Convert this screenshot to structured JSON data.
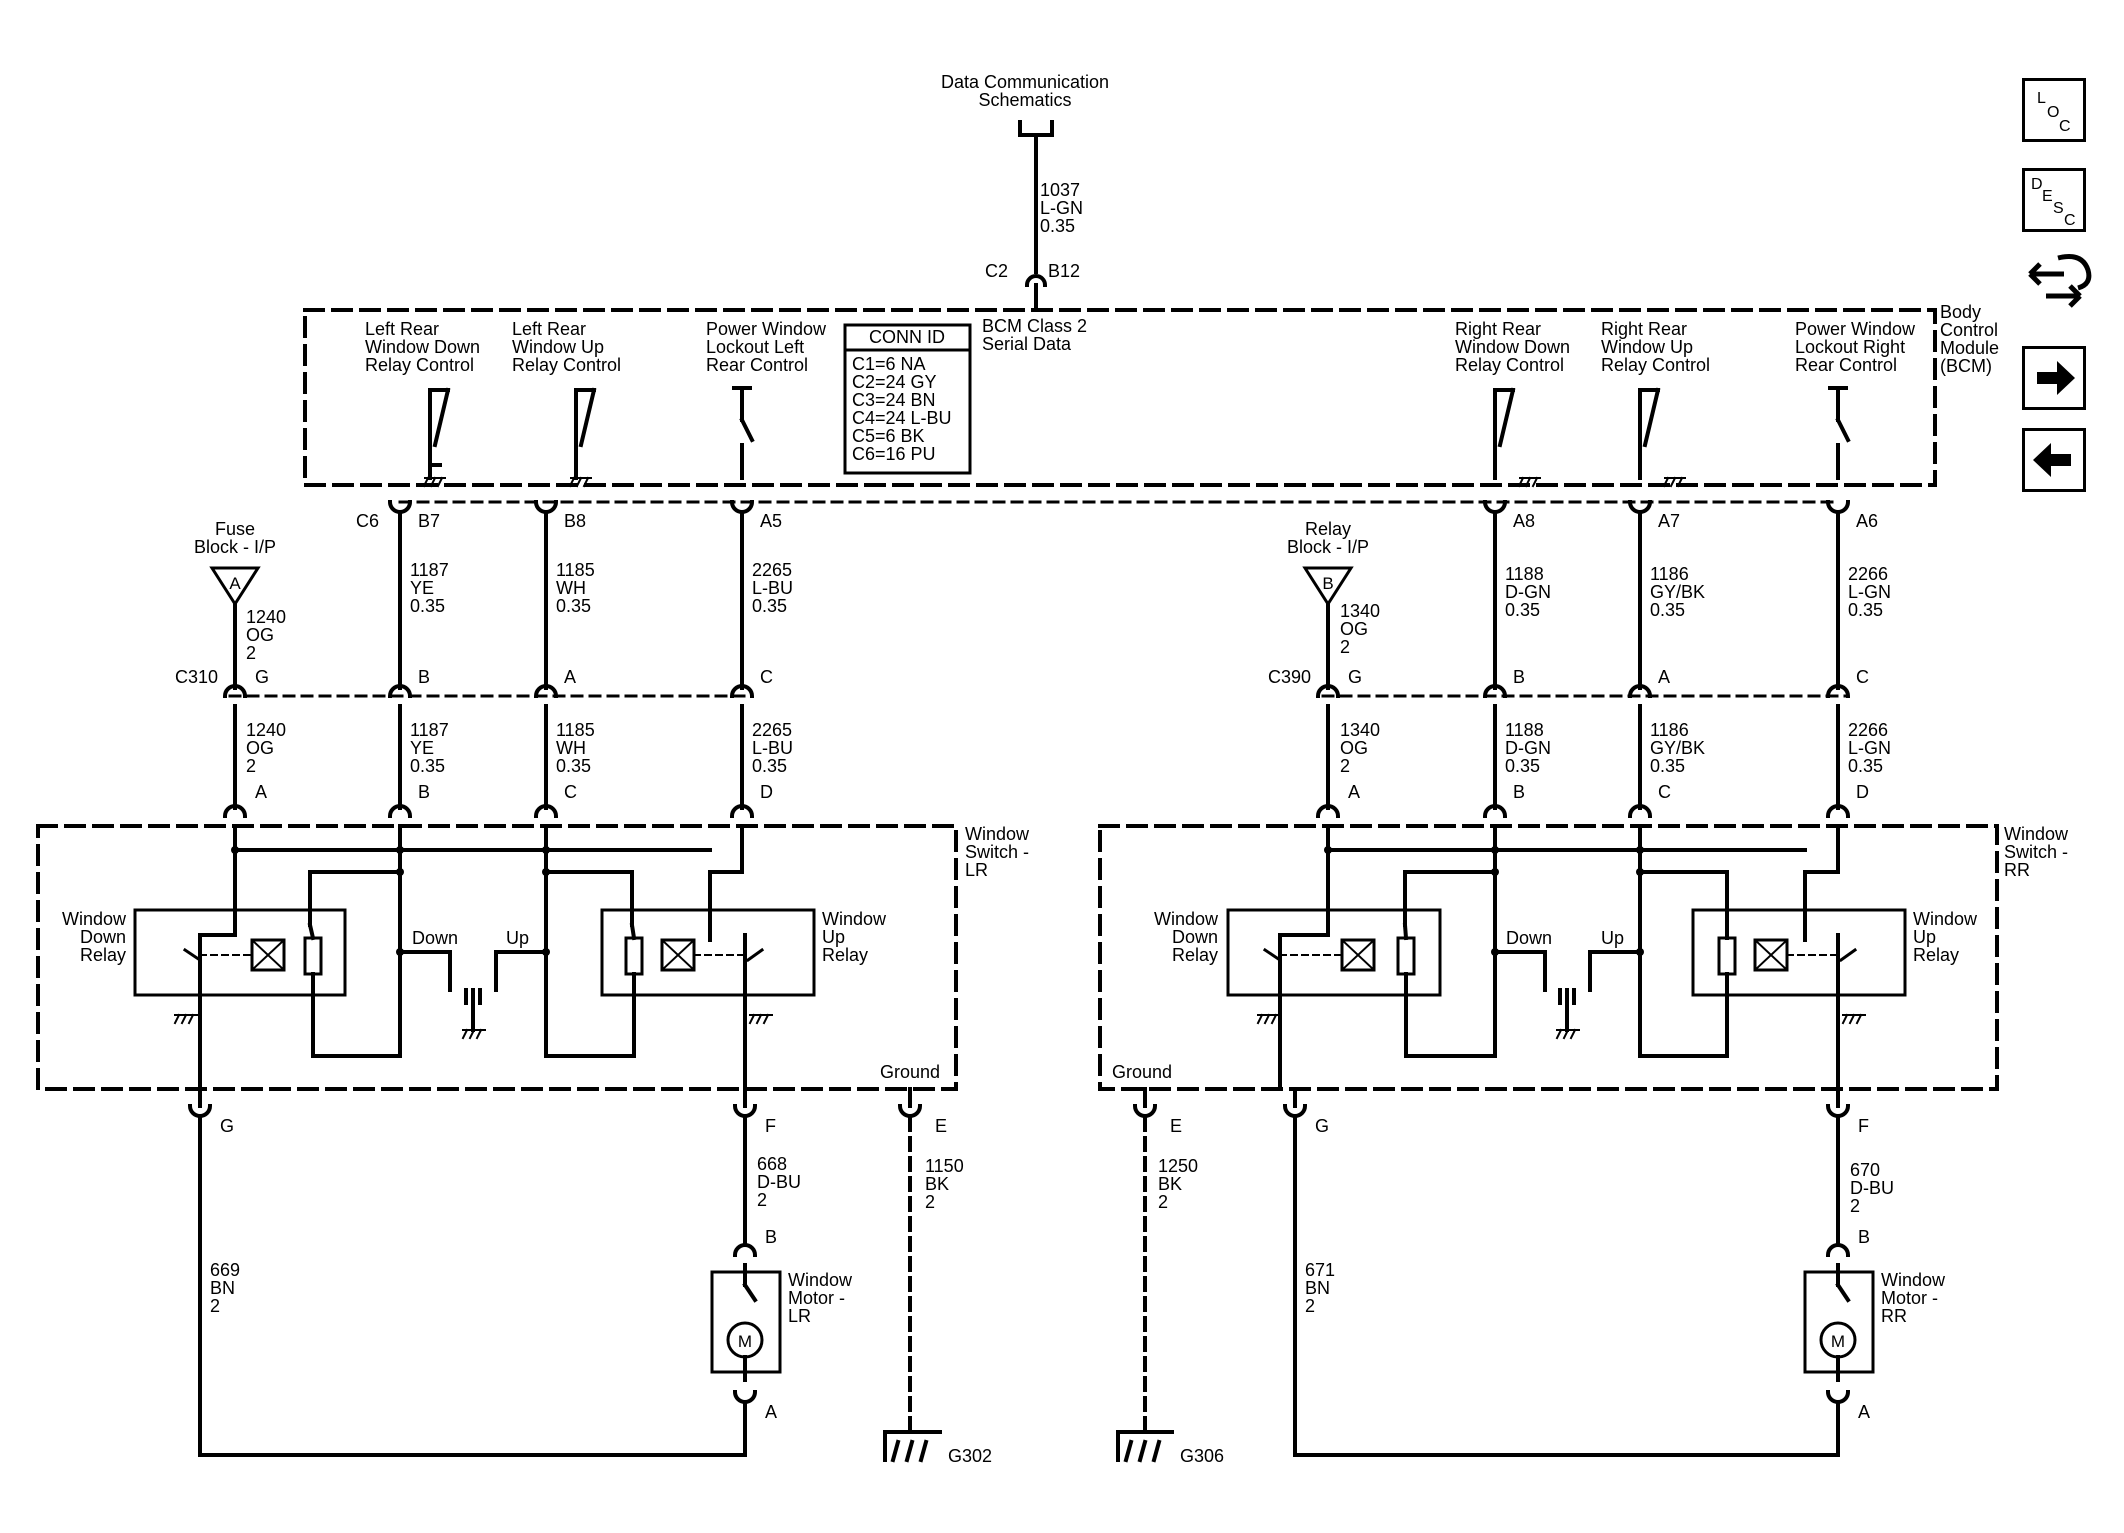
{
  "header": {
    "data_comm": [
      "Data Communication",
      "Schematics"
    ],
    "wire_1037": [
      "1037",
      "L-GN",
      "0.35"
    ],
    "c2": "C2",
    "b12": "B12"
  },
  "bcm": {
    "name": [
      "Body",
      "Control",
      "Module",
      "(BCM)"
    ],
    "class2": [
      "BCM Class 2",
      "Serial Data"
    ],
    "conn_title": "CONN ID",
    "conn_rows": [
      "C1=6 NA",
      "C2=24 GY",
      "C3=24 BN",
      "C4=24 L-BU",
      "C5=6 BK",
      "C6=16 PU"
    ],
    "left_down": [
      "Left Rear",
      "Window Down",
      "Relay Control"
    ],
    "left_up": [
      "Left Rear",
      "Window Up",
      "Relay Control"
    ],
    "lockout_left": [
      "Power Window",
      "Lockout Left",
      "Rear Control"
    ],
    "right_down": [
      "Right Rear",
      "Window Down",
      "Relay Control"
    ],
    "right_up": [
      "Right Rear",
      "Window Up",
      "Relay Control"
    ],
    "lockout_right": [
      "Power Window",
      "Lockout Right",
      "Rear Control"
    ]
  },
  "pins_bcm": {
    "c6": "C6",
    "b7": "B7",
    "b8": "B8",
    "a5": "A5",
    "a8": "A8",
    "a7": "A7",
    "a6": "A6"
  },
  "left": {
    "fuse": [
      "Fuse",
      "Block - I/P"
    ],
    "fuse_letter": "A",
    "wire_1240": [
      "1240",
      "OG",
      "2"
    ],
    "wire_1187": [
      "1187",
      "YE",
      "0.35"
    ],
    "wire_1185": [
      "1185",
      "WH",
      "0.35"
    ],
    "wire_2265": [
      "2265",
      "L-BU",
      "0.35"
    ],
    "conn": "C310",
    "conn_pins": [
      "G",
      "B",
      "A",
      "C"
    ],
    "sw_pins": [
      "A",
      "B",
      "C",
      "D"
    ],
    "switch": [
      "Window",
      "Switch -",
      "LR"
    ],
    "down_relay": [
      "Window",
      "Down",
      "Relay"
    ],
    "up_relay": [
      "Window",
      "Up",
      "Relay"
    ],
    "down": "Down",
    "up": "Up",
    "ground": "Ground",
    "pin_g": "G",
    "pin_f": "F",
    "pin_e": "E",
    "wire_668": [
      "668",
      "D-BU",
      "2"
    ],
    "wire_1150": [
      "1150",
      "BK",
      "2"
    ],
    "wire_669": [
      "669",
      "BN",
      "2"
    ],
    "motor_b": "B",
    "motor_a": "A",
    "motor": [
      "Window",
      "Motor -",
      "LR"
    ],
    "motor_m": "M",
    "gnd": "G302"
  },
  "right": {
    "fuse": [
      "Relay",
      "Block - I/P"
    ],
    "fuse_letter": "B",
    "wire_1340": [
      "1340",
      "OG",
      "2"
    ],
    "wire_1188": [
      "1188",
      "D-GN",
      "0.35"
    ],
    "wire_1186": [
      "1186",
      "GY/BK",
      "0.35"
    ],
    "wire_2266": [
      "2266",
      "L-GN",
      "0.35"
    ],
    "conn": "C390",
    "conn_pins": [
      "G",
      "B",
      "A",
      "C"
    ],
    "sw_pins": [
      "A",
      "B",
      "C",
      "D"
    ],
    "switch": [
      "Window",
      "Switch -",
      "RR"
    ],
    "down_relay": [
      "Window",
      "Down",
      "Relay"
    ],
    "up_relay": [
      "Window",
      "Up",
      "Relay"
    ],
    "down": "Down",
    "up": "Up",
    "ground": "Ground",
    "pin_e": "E",
    "pin_g": "G",
    "pin_f": "F",
    "wire_1250": [
      "1250",
      "BK",
      "2"
    ],
    "wire_671": [
      "671",
      "BN",
      "2"
    ],
    "wire_670": [
      "670",
      "D-BU",
      "2"
    ],
    "motor_b": "B",
    "motor_a": "A",
    "motor": [
      "Window",
      "Motor -",
      "RR"
    ],
    "motor_m": "M",
    "gnd": "G306"
  },
  "nav": {
    "loc": [
      "L",
      "O",
      "C"
    ],
    "desc": [
      "D",
      "E",
      "S",
      "C"
    ]
  }
}
